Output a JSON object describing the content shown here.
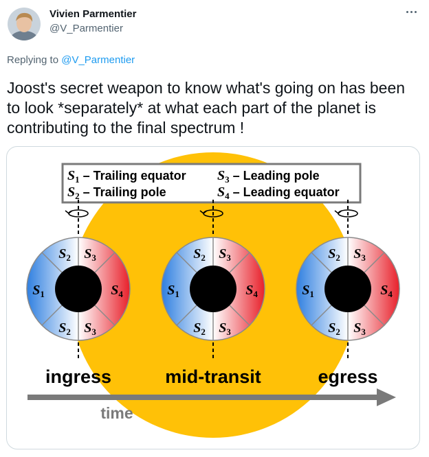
{
  "tweet": {
    "author_name": "Vivien Parmentier",
    "author_handle": "@V_Parmentier",
    "replying_prefix": "Replying to",
    "replying_handle": "@V_Parmentier",
    "text": "Joost's secret weapon to know what's going on has been to look *separately* at what each part of the planet is contributing to the final spectrum !"
  },
  "icons": {
    "more": "more-horizontal-icon",
    "avatar": "user-avatar"
  },
  "figure": {
    "legend": {
      "s1": {
        "sym": "S",
        "sub": "1",
        "text": " – Trailing equator"
      },
      "s2": {
        "sym": "S",
        "sub": "2",
        "text": " – Trailing pole"
      },
      "s3": {
        "sym": "S",
        "sub": "3",
        "text": " – Leading pole"
      },
      "s4": {
        "sym": "S",
        "sub": "4",
        "text": " – Leading equator"
      }
    },
    "sector_symbol": "S",
    "sector_subs": {
      "s1": "1",
      "s2": "2",
      "s3": "3",
      "s4": "4"
    },
    "phases": [
      "ingress",
      "mid-transit",
      "egress"
    ],
    "axis_label": "time",
    "colors": {
      "star": "#FFC107",
      "trailing": "#2F7FE0",
      "leading": "#E8202A",
      "planet": "#000000",
      "arrow": "#7a7a7a",
      "ring_line": "#8a8a8a"
    }
  }
}
